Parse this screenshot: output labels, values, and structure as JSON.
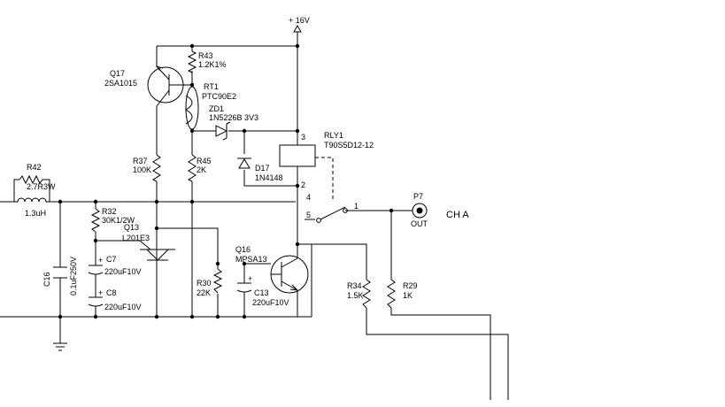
{
  "supply": {
    "label": "+ 16V"
  },
  "components": {
    "R42": {
      "ref": "R42",
      "value": "2.7R3W"
    },
    "L": {
      "value": "1.3uH"
    },
    "C16": {
      "ref": "C16",
      "value": "0.1uF250V"
    },
    "R32": {
      "ref": "R32",
      "value": "30K1/2W"
    },
    "Q13": {
      "ref": "Q13",
      "value": "L201E3"
    },
    "C7": {
      "ref": "C7",
      "value": "220uF10V"
    },
    "C8": {
      "ref": "C8",
      "value": "220uF10V"
    },
    "Q17": {
      "ref": "Q17",
      "value": "2SA1015"
    },
    "R43": {
      "ref": "R43",
      "value": "1.2K1%"
    },
    "RT1": {
      "ref": "RT1",
      "value": "PTC90E2"
    },
    "ZD1": {
      "ref": "ZD1",
      "value": "1N5226B 3V3"
    },
    "R37": {
      "ref": "R37",
      "value": "100K"
    },
    "R45": {
      "ref": "R45",
      "value": "2K"
    },
    "D17": {
      "ref": "D17",
      "value": "1N4148"
    },
    "RLY1": {
      "ref": "RLY1",
      "value": "T90S5D12-12"
    },
    "R30": {
      "ref": "R30",
      "value": "22K"
    },
    "C13": {
      "ref": "C13",
      "value": "220uF10V"
    },
    "Q16": {
      "ref": "Q16",
      "value": "MPSA13"
    },
    "R34": {
      "ref": "R34",
      "value": "1.5K"
    },
    "R29": {
      "ref": "R29",
      "value": "1K"
    },
    "P7": {
      "ref": "P7",
      "value": "OUT"
    }
  },
  "pins": {
    "p1": "1",
    "p2": "2",
    "p3": "3",
    "p4": "4",
    "p5": "5"
  },
  "polarity": {
    "plus": "+"
  },
  "output": {
    "label": "CH A"
  }
}
